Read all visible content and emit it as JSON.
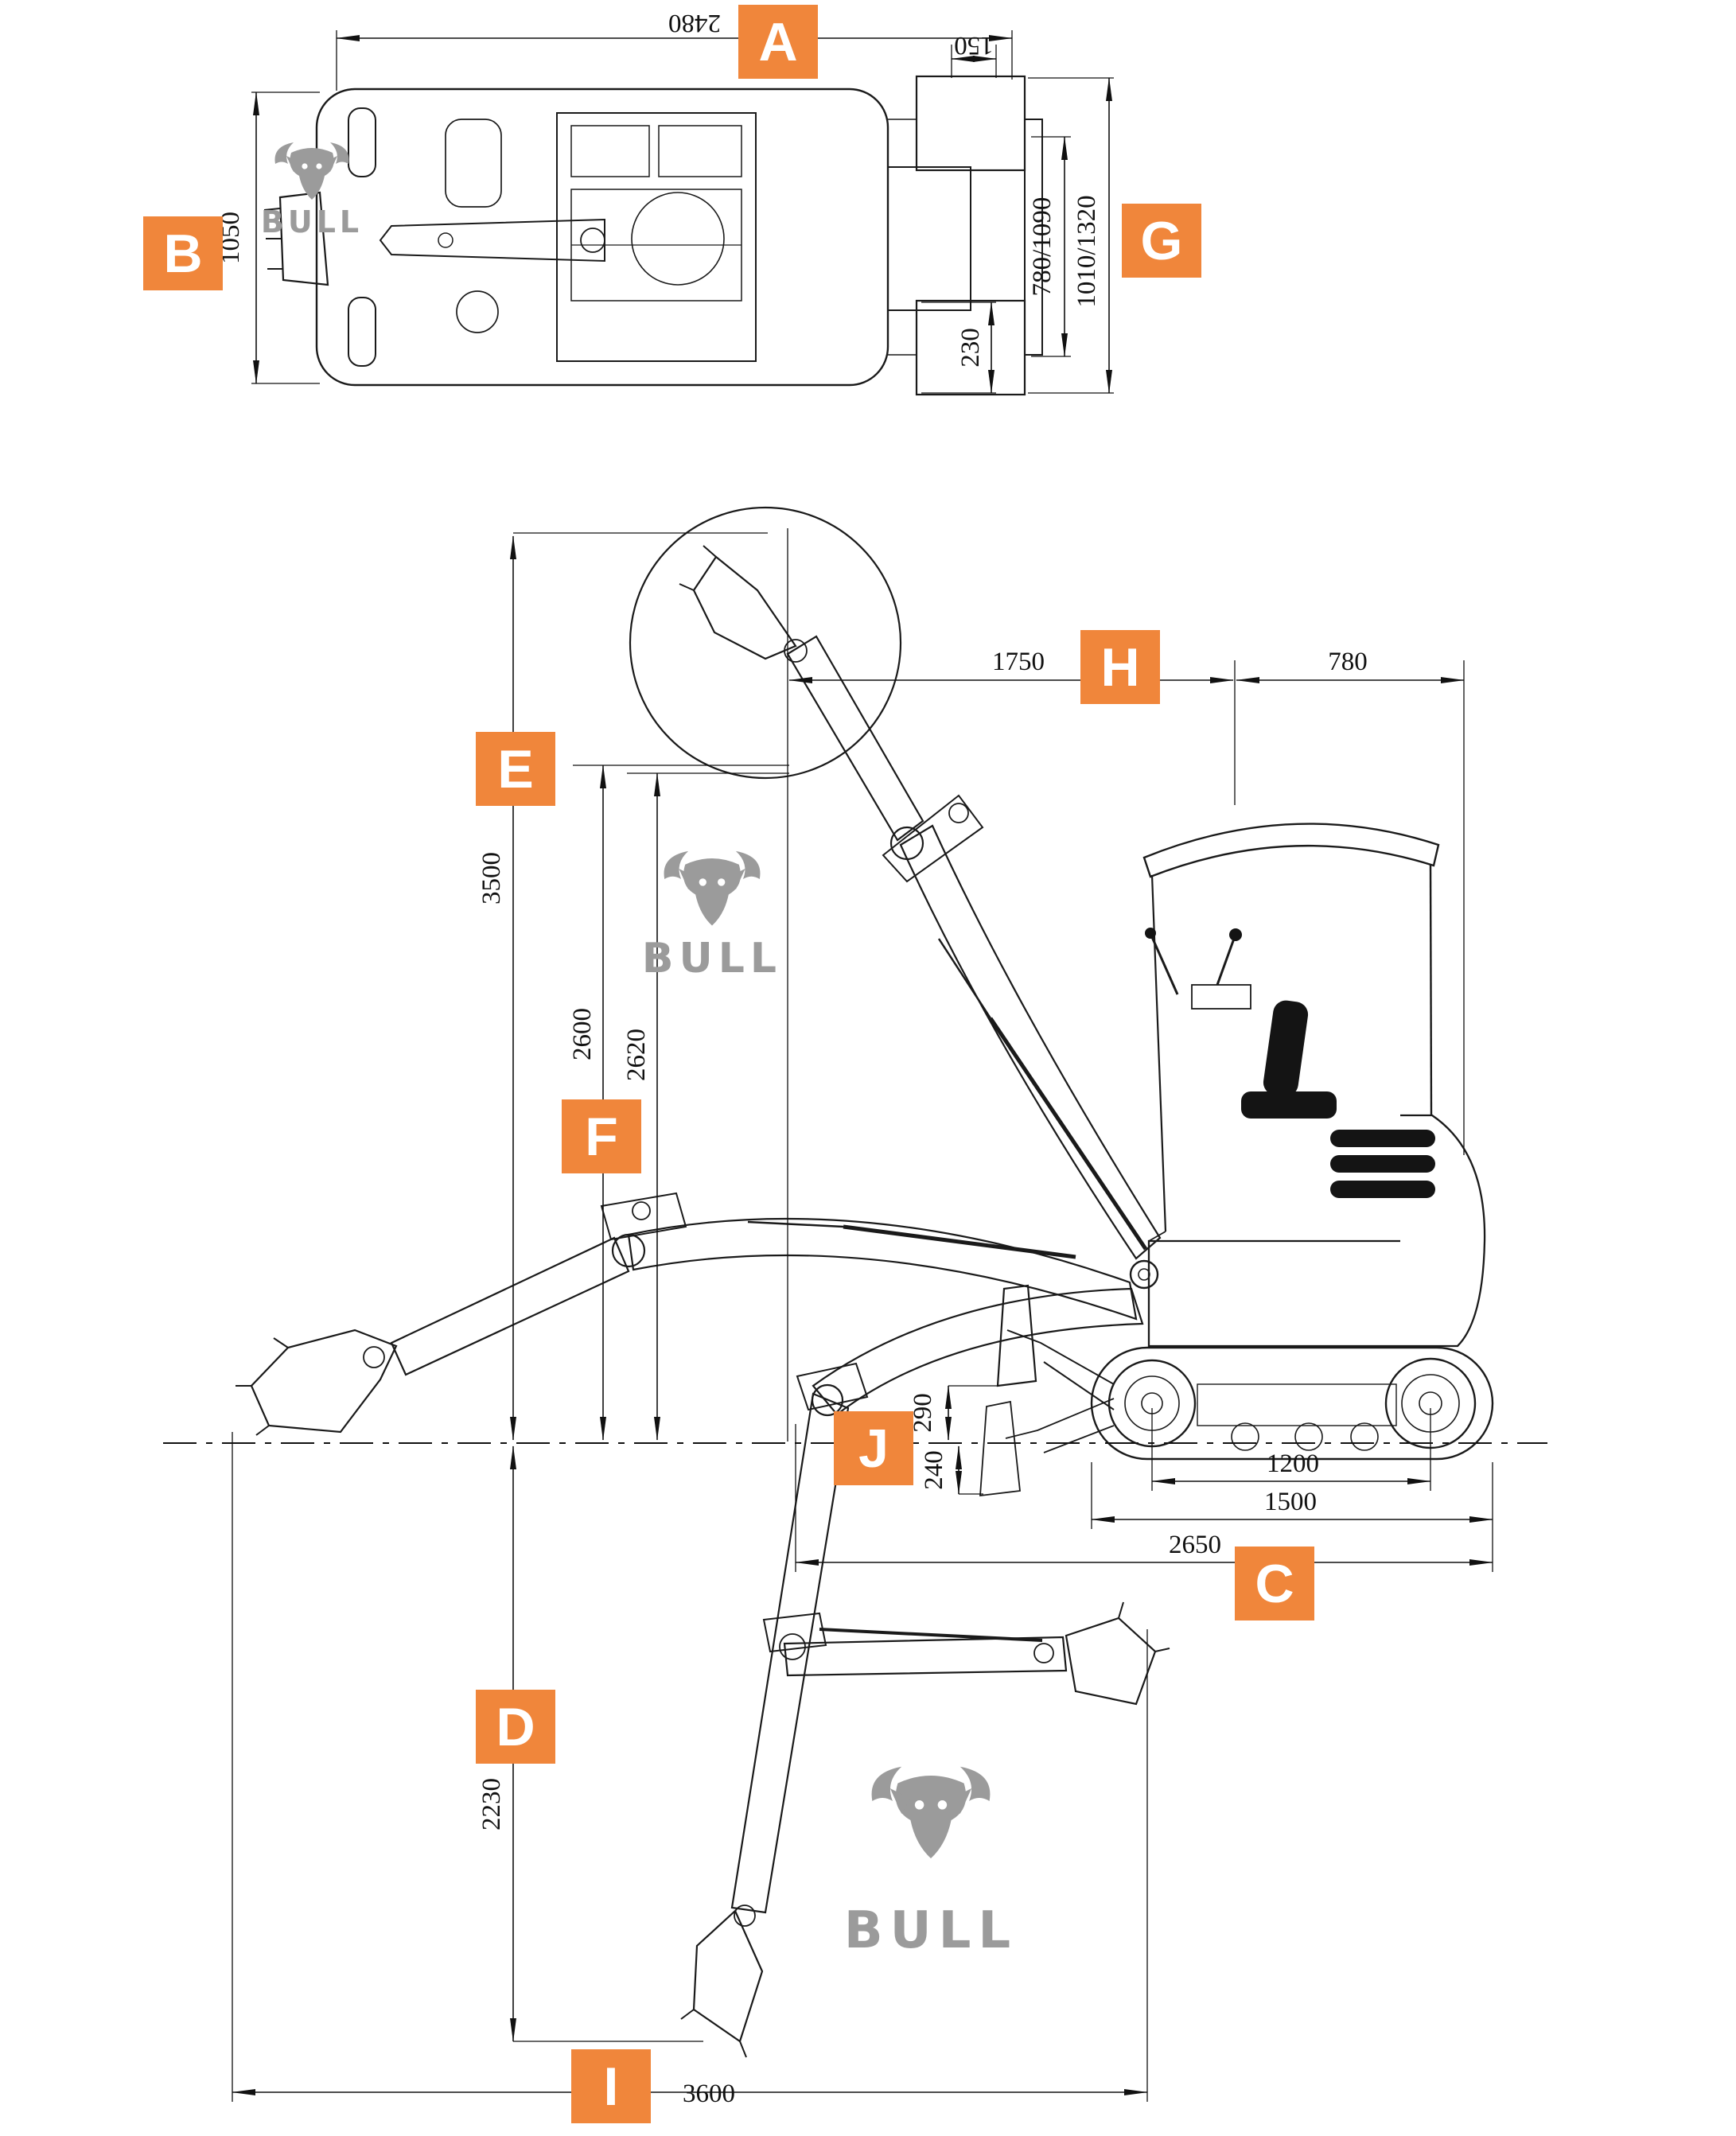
{
  "colors": {
    "accent-orange": "#F0863B",
    "line-black": "#1A1A1A",
    "logo-gray": "#9B9B9B"
  },
  "brand": {
    "name": "BULL"
  },
  "badges": {
    "a": "A",
    "b": "B",
    "c": "C",
    "d": "D",
    "e": "E",
    "f": "F",
    "g": "G",
    "h": "H",
    "i": "I",
    "j": "J"
  },
  "dims": {
    "top": {
      "overall_length": "2480",
      "overall_width": "1050",
      "blade_offset": "150",
      "blade_width": "780/1090",
      "track_width": "1010/1320",
      "blade_height": "230"
    },
    "side": {
      "max_digging_height": "3500",
      "max_dumping_height": "2600",
      "boom_apex_height": "2620",
      "front_swing_radius": "1750",
      "tail_swing_radius": "780",
      "blade_lift_height": "290",
      "blade_cut_depth": "240",
      "wheelbase": "1200",
      "track_length": "1500",
      "transport_length": "2650",
      "max_digging_depth": "2230",
      "max_digging_reach": "3600"
    }
  }
}
